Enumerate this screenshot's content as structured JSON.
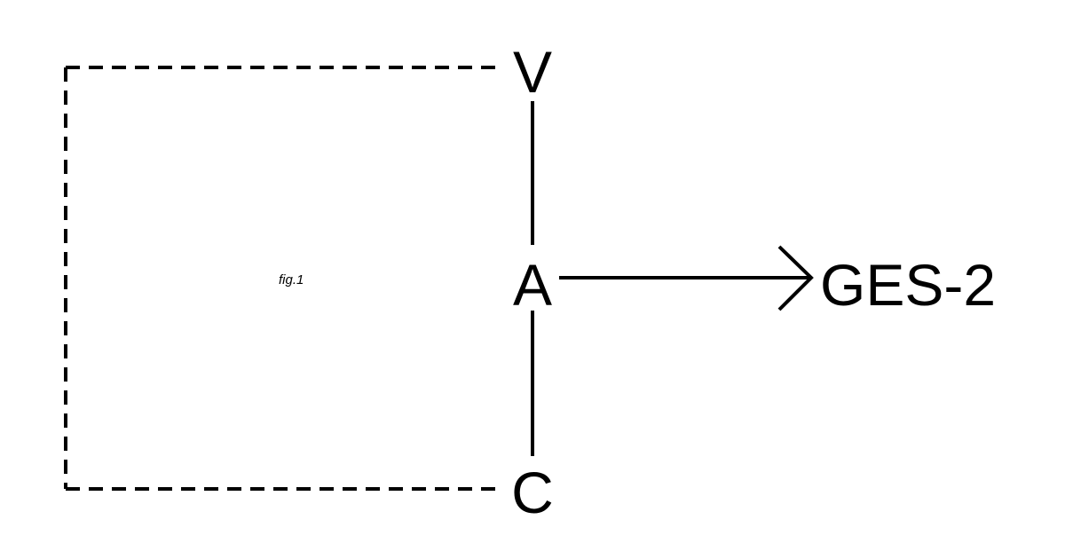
{
  "diagram": {
    "caption": "fig.1",
    "nodes": {
      "top": "V",
      "middle": "A",
      "bottom": "C",
      "target": "GES-2"
    }
  }
}
